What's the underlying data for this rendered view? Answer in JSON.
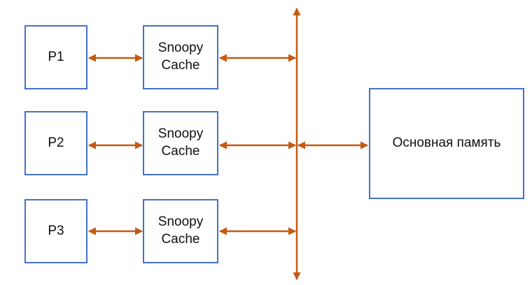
{
  "colors": {
    "box_border": "#4472c4",
    "arrow": "#c55a11",
    "text": "#111111",
    "background": "#ffffff"
  },
  "processors": [
    {
      "label": "P1"
    },
    {
      "label": "P2"
    },
    {
      "label": "P3"
    }
  ],
  "caches": [
    {
      "label": "Snoopy\nCache"
    },
    {
      "label": "Snoopy\nCache"
    },
    {
      "label": "Snoopy\nCache"
    }
  ],
  "memory": {
    "label": "Основная память"
  },
  "arrows": {
    "bus": "bidirectional",
    "processor_to_cache": "bidirectional",
    "cache_to_bus": "bidirectional",
    "bus_to_memory": "bidirectional"
  }
}
